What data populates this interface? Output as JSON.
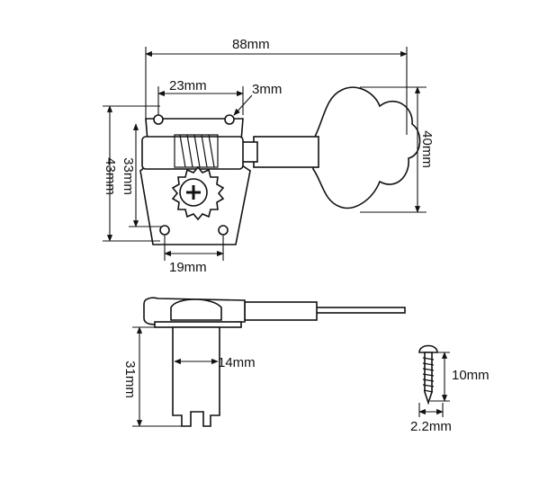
{
  "dimensions": {
    "total_length": "88mm",
    "hole_spacing": "23mm",
    "hole_diameter": "3mm",
    "plate_height": "43mm",
    "post_height": "33mm",
    "key_height": "40mm",
    "plate_bottom_width": "19mm",
    "post_length": "31mm",
    "post_width": "14mm",
    "screw_length": "10mm",
    "screw_diameter": "2.2mm"
  },
  "colors": {
    "line": "#111111",
    "background": "#ffffff"
  }
}
